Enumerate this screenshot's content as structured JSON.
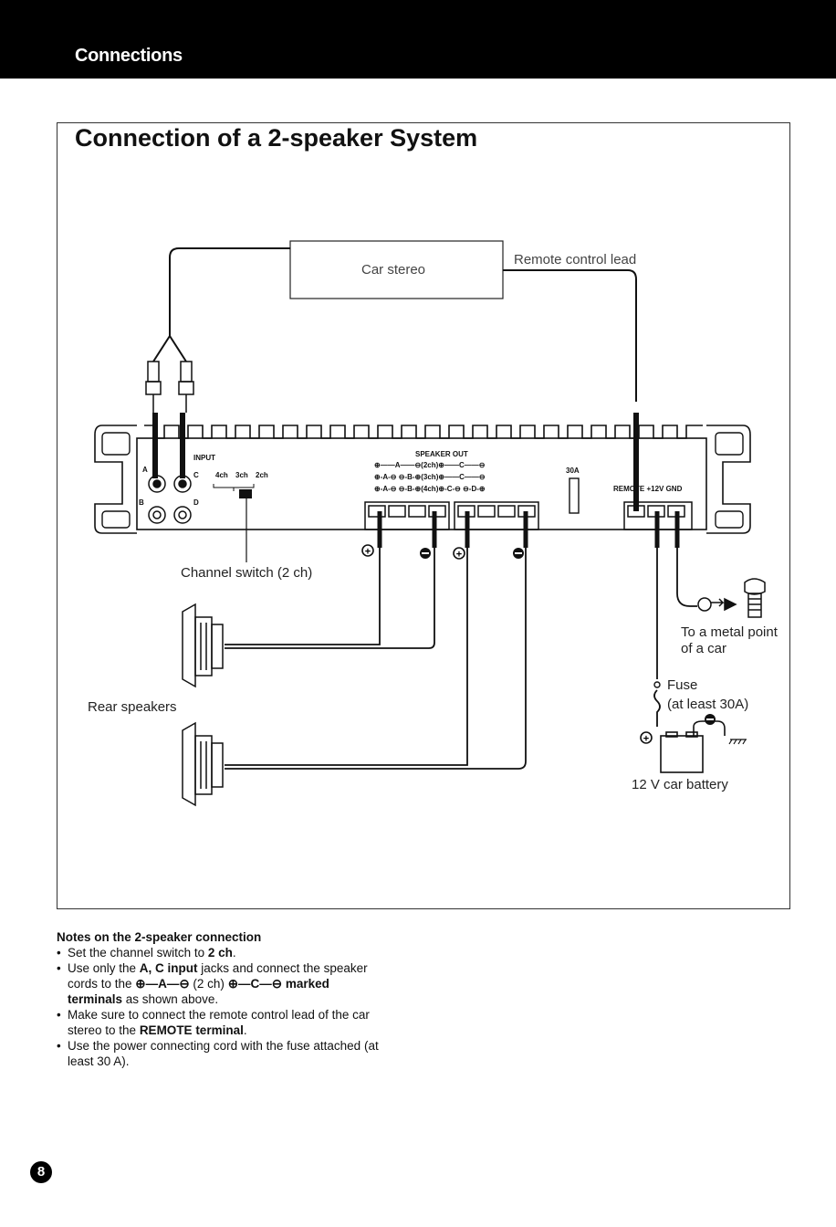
{
  "header": {
    "title": "Connections"
  },
  "section": {
    "title": "Connection of a 2-speaker System"
  },
  "diagram": {
    "car_stereo": "Car stereo",
    "remote_lead": "Remote control lead",
    "input": "INPUT",
    "ch_labels": [
      "4ch",
      "3ch",
      "2ch"
    ],
    "jack_letters": [
      "A",
      "C",
      "B",
      "D"
    ],
    "speaker_out": "SPEAKER OUT",
    "speaker_rows": [
      "⊕——A——⊖(2ch)⊕——C——⊖",
      "⊕-A-⊖  ⊖-B-⊕(3ch)⊕——C——⊖",
      "⊕-A-⊖  ⊖-B-⊕(4ch)⊕-C-⊖  ⊖-D-⊕"
    ],
    "fuse_rating": "30A",
    "power_terminals": "REMOTE +12V GND",
    "channel_switch": "Channel switch (2 ch)",
    "rear_speakers": "Rear speakers",
    "metal_point_1": "To a metal point",
    "metal_point_2": "of a car",
    "fuse_1": "Fuse",
    "fuse_2": "(at least 30A)",
    "battery": "12 V car battery"
  },
  "notes": {
    "title": "Notes on the 2-speaker connection",
    "n1_pre": "Set the channel switch to ",
    "n1_bold": "2 ch",
    "n1_post": ".",
    "n2_a": "Use only the ",
    "n2_b": "A, C input",
    "n2_c": " jacks and connect the speaker cords to the ",
    "n2_d": "⊕—A—⊖",
    "n2_e": " (2 ch) ",
    "n2_f": "⊕—C—⊖",
    "n2_g": "marked terminals",
    "n2_h": " as shown above.",
    "n3_a": "Make sure to connect the remote control lead of the car stereo to the ",
    "n3_b": "REMOTE terminal",
    "n3_c": ".",
    "n4": "Use the power connecting cord with the fuse attached (at least 30 A)."
  },
  "page": {
    "number": "8"
  }
}
